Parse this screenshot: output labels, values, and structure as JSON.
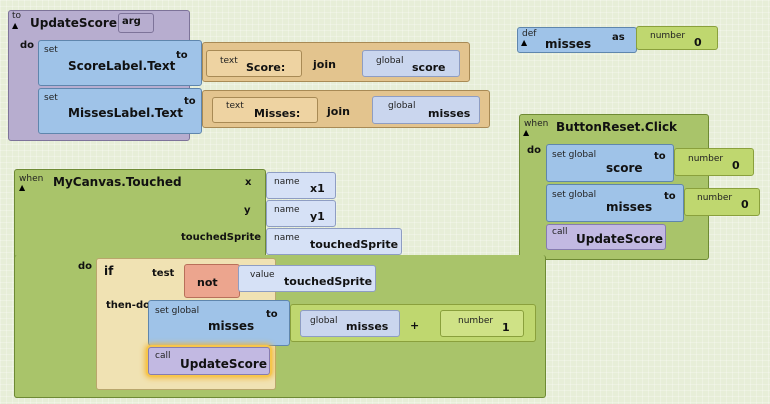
{
  "procedure": {
    "to": "to",
    "name": "UpdateScore",
    "arg": "arg",
    "do": "do",
    "set1": {
      "set": "set",
      "component": "ScoreLabel.Text",
      "to": "to",
      "text_kw": "text",
      "text_value": "Score:",
      "join": "join",
      "global_kw": "global",
      "global_var": "score"
    },
    "set2": {
      "set": "set",
      "component": "MissesLabel.Text",
      "to": "to",
      "text_kw": "text",
      "text_value": "Misses:",
      "join": "join",
      "global_kw": "global",
      "global_var": "misses"
    }
  },
  "def_block": {
    "def": "def",
    "name": "misses",
    "as": "as",
    "number_kw": "number",
    "value": "0"
  },
  "reset_event": {
    "when": "when",
    "name": "ButtonReset.Click",
    "do": "do",
    "set1": {
      "set_global": "set global",
      "var": "score",
      "to": "to",
      "number_kw": "number",
      "value": "0"
    },
    "set2": {
      "set_global": "set global",
      "var": "misses",
      "to": "to",
      "number_kw": "number",
      "value": "0"
    },
    "call": {
      "call": "call",
      "proc": "UpdateScore"
    }
  },
  "canvas_event": {
    "when": "when",
    "name": "MyCanvas.Touched",
    "param_x": "x",
    "param_y": "y",
    "param_sprite": "touchedSprite",
    "name_kw": "name",
    "name_x": "x1",
    "name_y": "y1",
    "name_sprite": "touchedSprite",
    "do": "do",
    "if_block": {
      "if": "if",
      "test": "test",
      "not": "not",
      "value_kw": "value",
      "value_name": "touchedSprite",
      "then_do": "then-do",
      "set": {
        "set_global": "set global",
        "var": "misses",
        "to": "to",
        "global_kw": "global",
        "global_var": "misses",
        "plus": "+",
        "number_kw": "number",
        "number_value": "1"
      },
      "call": {
        "call": "call",
        "proc": "UpdateScore"
      }
    }
  }
}
